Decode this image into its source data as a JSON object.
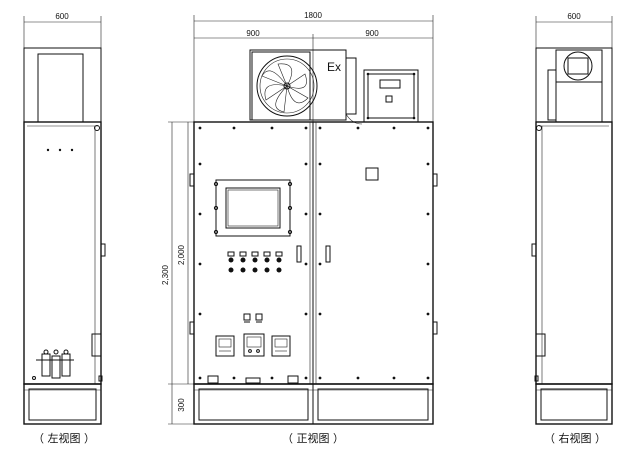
{
  "left_view": {
    "width_dim": "600",
    "caption": "（ 左视图 ）"
  },
  "front_view": {
    "total_width_dim": "1800",
    "left_half_dim": "900",
    "right_half_dim": "900",
    "height_total_dim": "2,300",
    "height_upper_dim": "2,000",
    "base_height_dim": "300",
    "ex_mark": "Ex",
    "caption": "（ 正视图 ）"
  },
  "right_view": {
    "width_dim": "600",
    "caption": "（ 右视图 ）"
  },
  "colors": {
    "line": "#111111",
    "background": "#ffffff"
  }
}
